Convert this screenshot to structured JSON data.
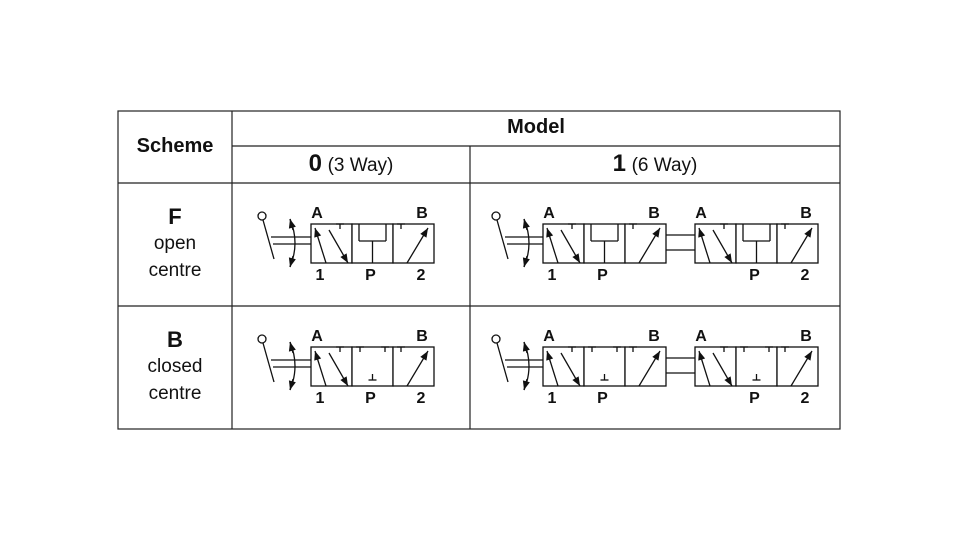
{
  "table": {
    "scheme_header": "Scheme",
    "model_header": "Model",
    "columns": [
      {
        "code": "0",
        "desc": "(3 Way)"
      },
      {
        "code": "1",
        "desc": "(6 Way)"
      }
    ],
    "rows": [
      {
        "code": "F",
        "desc_line1": "open",
        "desc_line2": "centre",
        "centre": "open"
      },
      {
        "code": "B",
        "desc_line1": "closed",
        "desc_line2": "centre",
        "centre": "closed"
      }
    ]
  },
  "ports": {
    "a": "A",
    "b": "B",
    "p": "P",
    "one": "1",
    "two": "2"
  }
}
